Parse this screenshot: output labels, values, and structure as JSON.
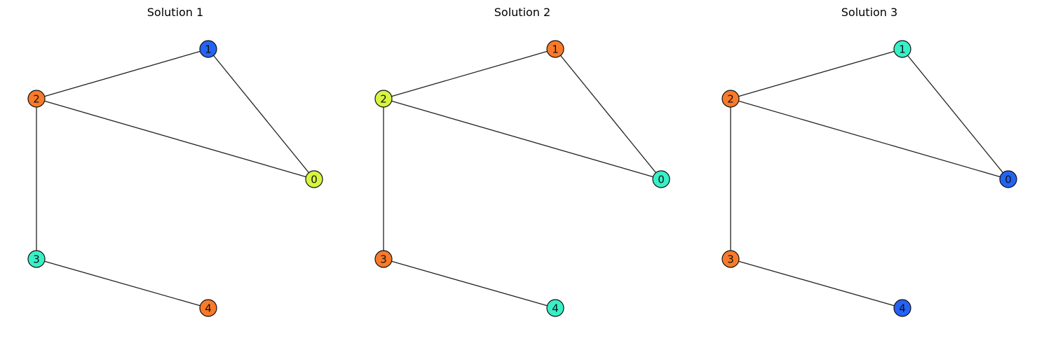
{
  "graph": {
    "edges": [
      [
        0,
        1
      ],
      [
        0,
        2
      ],
      [
        1,
        2
      ],
      [
        2,
        3
      ],
      [
        3,
        4
      ]
    ]
  },
  "colors": {
    "blue": "#2563f5",
    "orange": "#f97a28",
    "lime": "#d6f540",
    "turquoise": "#38f0c8"
  },
  "solutions": [
    {
      "title": "Solution 1",
      "nodes": [
        {
          "id": 0,
          "label": "0",
          "color": "lime"
        },
        {
          "id": 1,
          "label": "1",
          "color": "blue"
        },
        {
          "id": 2,
          "label": "2",
          "color": "orange"
        },
        {
          "id": 3,
          "label": "3",
          "color": "turquoise"
        },
        {
          "id": 4,
          "label": "4",
          "color": "orange"
        }
      ]
    },
    {
      "title": "Solution 2",
      "nodes": [
        {
          "id": 0,
          "label": "0",
          "color": "turquoise"
        },
        {
          "id": 1,
          "label": "1",
          "color": "orange"
        },
        {
          "id": 2,
          "label": "2",
          "color": "lime"
        },
        {
          "id": 3,
          "label": "3",
          "color": "orange"
        },
        {
          "id": 4,
          "label": "4",
          "color": "turquoise"
        }
      ]
    },
    {
      "title": "Solution 3",
      "nodes": [
        {
          "id": 0,
          "label": "0",
          "color": "blue"
        },
        {
          "id": 1,
          "label": "1",
          "color": "turquoise"
        },
        {
          "id": 2,
          "label": "2",
          "color": "orange"
        },
        {
          "id": 3,
          "label": "3",
          "color": "orange"
        },
        {
          "id": 4,
          "label": "4",
          "color": "blue"
        }
      ]
    }
  ]
}
